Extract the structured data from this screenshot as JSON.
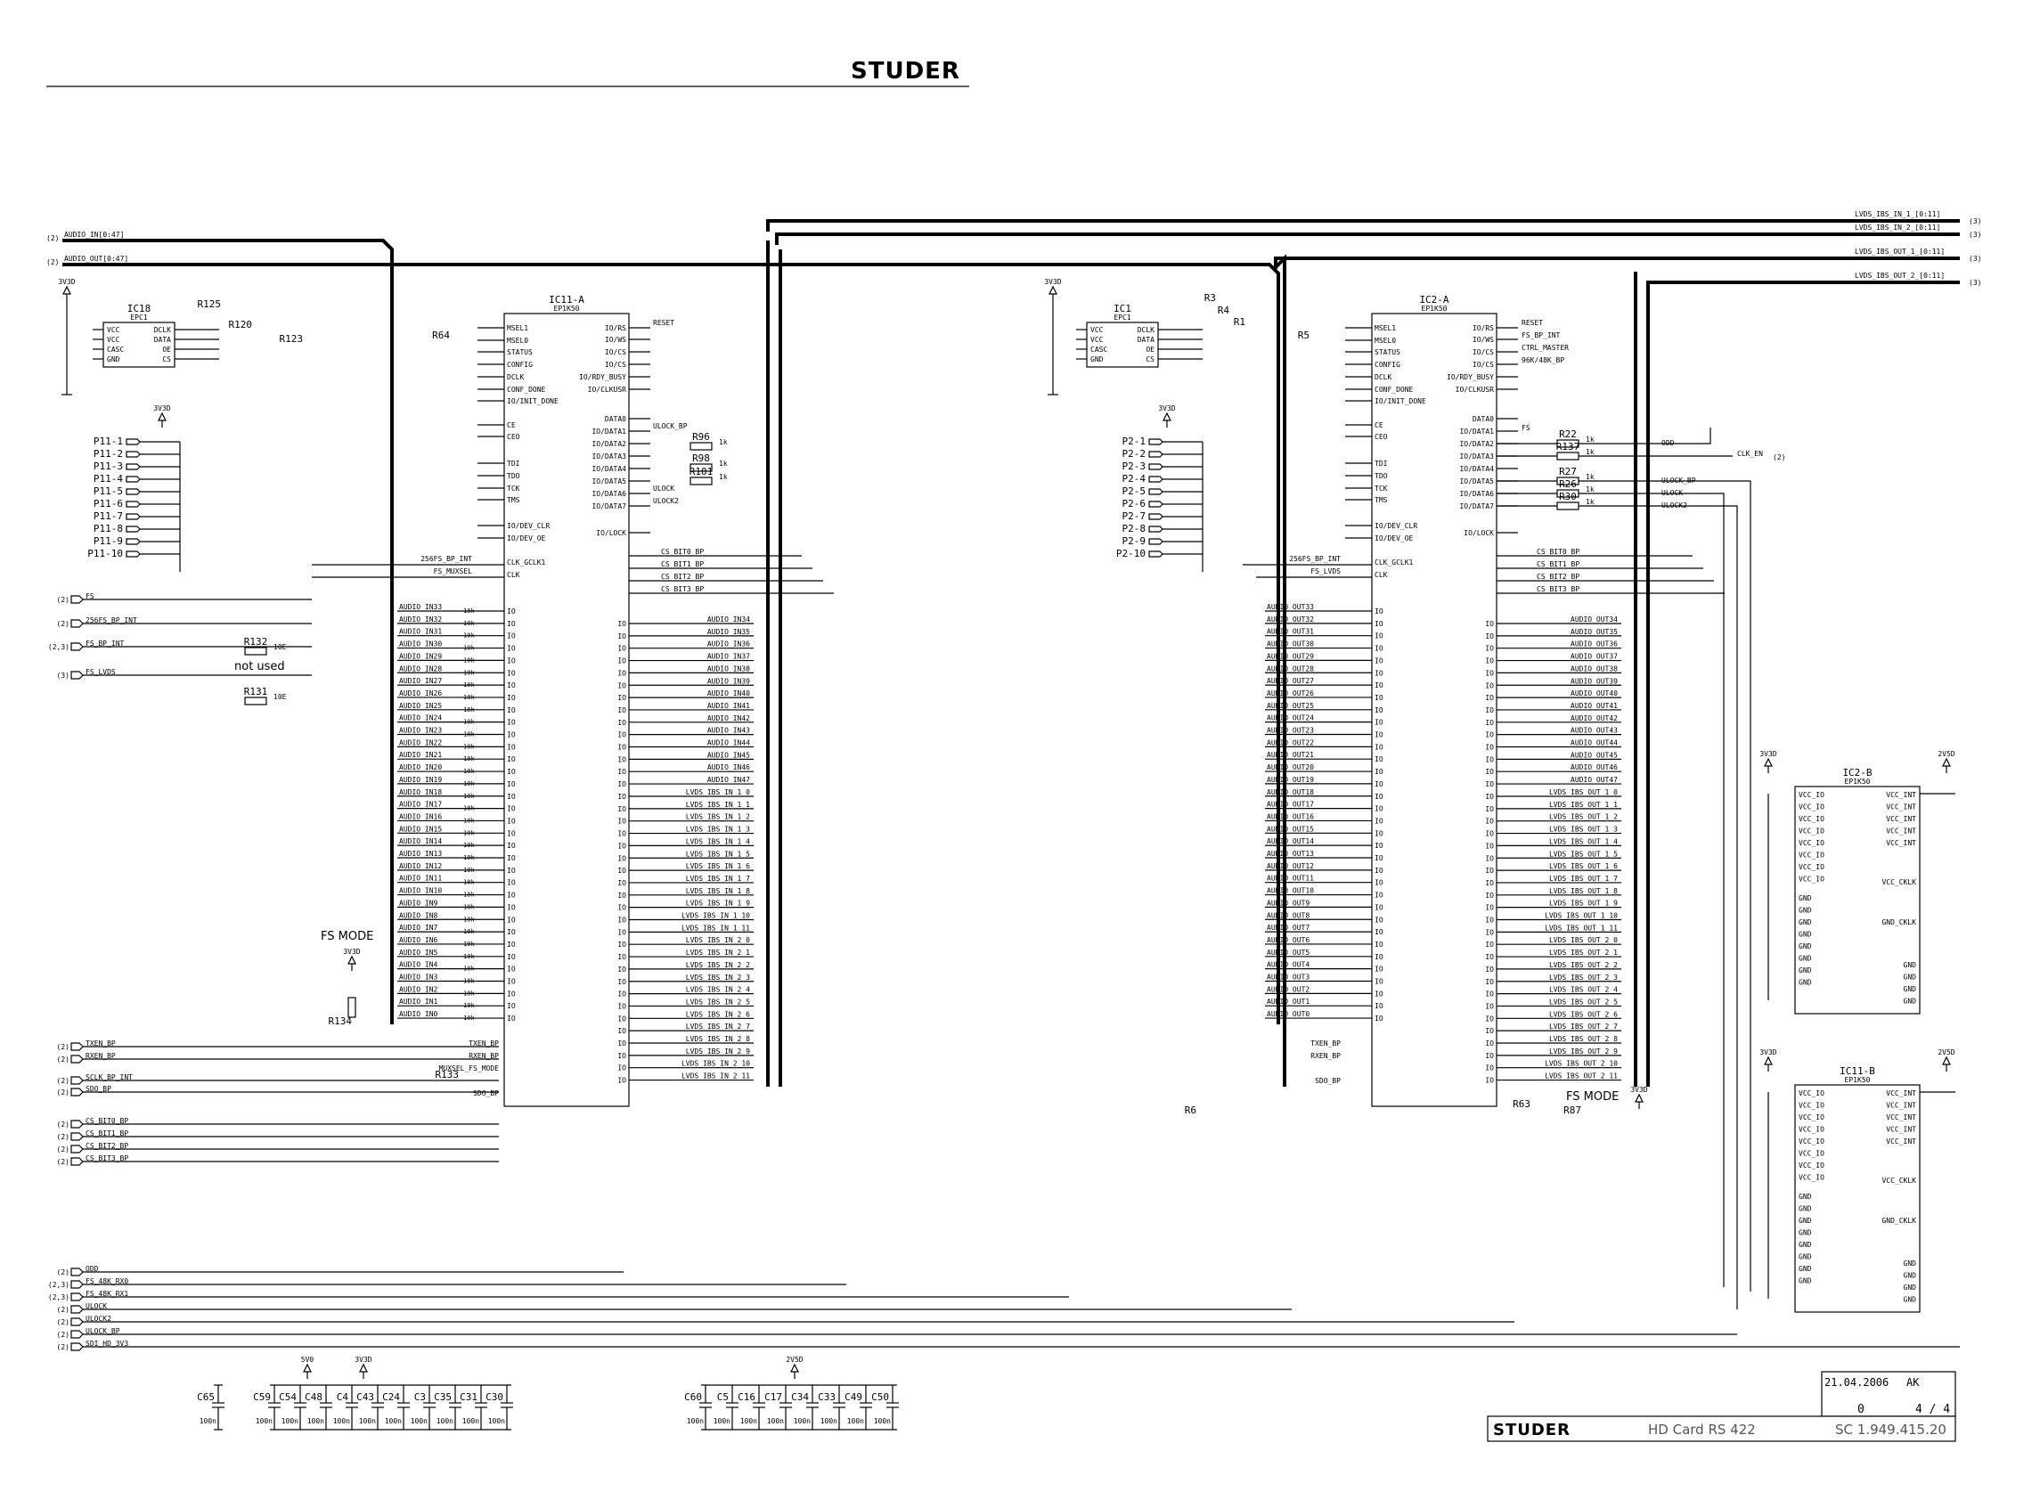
{
  "header": {
    "brand": "STUDER"
  },
  "left_bus": {
    "sheet_ref": "(2)",
    "signals": [
      "AUDIO_IN[0:47]",
      "AUDIO_OUT[0:47]"
    ]
  },
  "right_bus": {
    "sheet_ref": "(3)",
    "signals": [
      "LVDS_IBS_IN_1_[0:11]",
      "LVDS_IBS_IN_2_[0:11]",
      "LVDS_IBS_OUT_1_[0:11]",
      "LVDS_IBS_OUT_2_[0:11]"
    ]
  },
  "ic_epc_left": {
    "ref": "IC18",
    "part": "EPC1",
    "pins_left": [
      "VCC",
      "VCC",
      "CASC",
      "GND"
    ],
    "pins_right": [
      "DCLK",
      "DATA",
      "OE",
      "CS"
    ]
  },
  "ic_epc_right": {
    "ref": "IC1",
    "part": "EPC1",
    "pins_left": [
      "VCC",
      "VCC",
      "CASC",
      "GND"
    ],
    "pins_right": [
      "DCLK",
      "DATA",
      "OE",
      "CS"
    ]
  },
  "ic11a": {
    "ref": "IC11-A",
    "part": "EP1K50",
    "cfg_pins": [
      "MSEL1",
      "MSEL0",
      "STATUS",
      "CONFIG",
      "DCLK",
      "CONF_DONE",
      "IO/INIT_DONE",
      "CE",
      "CEO",
      "TDI",
      "TDO",
      "TCK",
      "TMS",
      "IO/DEV_CLR",
      "IO/DEV_OE",
      "CLK_GCLK1",
      "CLK"
    ],
    "right_pins": [
      "IO/RS",
      "IO/WS",
      "IO/CS",
      "IO/CS",
      "IO/RDY_BUSY",
      "IO/CLKUSR",
      "DATA0",
      "IO/DATA1",
      "IO/DATA2",
      "IO/DATA3",
      "IO/DATA4",
      "IO/DATA5",
      "IO/DATA6",
      "IO/DATA7",
      "IO/LOCK"
    ],
    "right_nets": [
      "RESET",
      "ULOCK_BP",
      "ULOCK",
      "ULOCK2"
    ],
    "clk_nets": [
      "256FS_BP_INT",
      "FS_MUXSEL"
    ],
    "audio_in_left": [
      "AUDIO_IN33",
      "AUDIO_IN32",
      "AUDIO_IN31",
      "AUDIO_IN30",
      "AUDIO_IN29",
      "AUDIO_IN28",
      "AUDIO_IN27",
      "AUDIO_IN26",
      "AUDIO_IN25",
      "AUDIO_IN24",
      "AUDIO_IN23",
      "AUDIO_IN22",
      "AUDIO_IN21",
      "AUDIO_IN20",
      "AUDIO_IN19",
      "AUDIO_IN18",
      "AUDIO_IN17",
      "AUDIO_IN16",
      "AUDIO_IN15",
      "AUDIO_IN14",
      "AUDIO_IN13",
      "AUDIO_IN12",
      "AUDIO_IN11",
      "AUDIO_IN10",
      "AUDIO_IN9",
      "AUDIO_IN8",
      "AUDIO_IN7",
      "AUDIO_IN6",
      "AUDIO_IN5",
      "AUDIO_IN4",
      "AUDIO_IN3",
      "AUDIO_IN2",
      "AUDIO_IN1",
      "AUDIO_IN0"
    ],
    "audio_in_right": [
      "AUDIO_IN34",
      "AUDIO_IN35",
      "AUDIO_IN36",
      "AUDIO_IN37",
      "AUDIO_IN38",
      "AUDIO_IN39",
      "AUDIO_IN40",
      "AUDIO_IN41",
      "AUDIO_IN42",
      "AUDIO_IN43",
      "AUDIO_IN44",
      "AUDIO_IN45",
      "AUDIO_IN46",
      "AUDIO_IN47"
    ],
    "lvds": [
      "LVDS_IBS_IN_1_0",
      "LVDS_IBS_IN_1_1",
      "LVDS_IBS_IN_1_2",
      "LVDS_IBS_IN_1_3",
      "LVDS_IBS_IN_1_4",
      "LVDS_IBS_IN_1_5",
      "LVDS_IBS_IN_1_6",
      "LVDS_IBS_IN_1_7",
      "LVDS_IBS_IN_1_8",
      "LVDS_IBS_IN_1_9",
      "LVDS_IBS_IN_1_10",
      "LVDS_IBS_IN_1_11",
      "LVDS_IBS_IN_2_0",
      "LVDS_IBS_IN_2_1",
      "LVDS_IBS_IN_2_2",
      "LVDS_IBS_IN_2_3",
      "LVDS_IBS_IN_2_4",
      "LVDS_IBS_IN_2_5",
      "LVDS_IBS_IN_2_6",
      "LVDS_IBS_IN_2_7",
      "LVDS_IBS_IN_2_8",
      "LVDS_IBS_IN_2_9",
      "LVDS_IBS_IN_2_10",
      "LVDS_IBS_IN_2_11"
    ],
    "cs_nets": [
      "CS_BIT0_BP",
      "CS_BIT1_BP",
      "CS_BIT2_BP",
      "CS_BIT3_BP"
    ],
    "bottom_nets": [
      "TXEN_BP",
      "RXEN_BP",
      "MUXSEL_FS_MODE",
      "SDO_BP"
    ]
  },
  "ic2a": {
    "ref": "IC2-A",
    "part": "EP1K50",
    "right_nets": [
      "RESET",
      "FS_BP_INT",
      "CTRL_MASTER",
      "96K/48K_BP",
      "FS"
    ],
    "clk_nets": [
      "256FS_BP_INT",
      "FS_LVDS"
    ],
    "audio_out_left": [
      "AUDIO_OUT33",
      "AUDIO_OUT32",
      "AUDIO_OUT31",
      "AUDIO_OUT30",
      "AUDIO_OUT29",
      "AUDIO_OUT28",
      "AUDIO_OUT27",
      "AUDIO_OUT26",
      "AUDIO_OUT25",
      "AUDIO_OUT24",
      "AUDIO_OUT23",
      "AUDIO_OUT22",
      "AUDIO_OUT21",
      "AUDIO_OUT20",
      "AUDIO_OUT19",
      "AUDIO_OUT18",
      "AUDIO_OUT17",
      "AUDIO_OUT16",
      "AUDIO_OUT15",
      "AUDIO_OUT14",
      "AUDIO_OUT13",
      "AUDIO_OUT12",
      "AUDIO_OUT11",
      "AUDIO_OUT10",
      "AUDIO_OUT9",
      "AUDIO_OUT8",
      "AUDIO_OUT7",
      "AUDIO_OUT6",
      "AUDIO_OUT5",
      "AUDIO_OUT4",
      "AUDIO_OUT3",
      "AUDIO_OUT2",
      "AUDIO_OUT1",
      "AUDIO_OUT0"
    ],
    "audio_out_right": [
      "AUDIO_OUT34",
      "AUDIO_OUT35",
      "AUDIO_OUT36",
      "AUDIO_OUT37",
      "AUDIO_OUT38",
      "AUDIO_OUT39",
      "AUDIO_OUT40",
      "AUDIO_OUT41",
      "AUDIO_OUT42",
      "AUDIO_OUT43",
      "AUDIO_OUT44",
      "AUDIO_OUT45",
      "AUDIO_OUT46",
      "AUDIO_OUT47"
    ],
    "lvds": [
      "LVDS_IBS_OUT_1_0",
      "LVDS_IBS_OUT_1_1",
      "LVDS_IBS_OUT_1_2",
      "LVDS_IBS_OUT_1_3",
      "LVDS_IBS_OUT_1_4",
      "LVDS_IBS_OUT_1_5",
      "LVDS_IBS_OUT_1_6",
      "LVDS_IBS_OUT_1_7",
      "LVDS_IBS_OUT_1_8",
      "LVDS_IBS_OUT_1_9",
      "LVDS_IBS_OUT_1_10",
      "LVDS_IBS_OUT_1_11",
      "LVDS_IBS_OUT_2_0",
      "LVDS_IBS_OUT_2_1",
      "LVDS_IBS_OUT_2_2",
      "LVDS_IBS_OUT_2_3",
      "LVDS_IBS_OUT_2_4",
      "LVDS_IBS_OUT_2_5",
      "LVDS_IBS_OUT_2_6",
      "LVDS_IBS_OUT_2_7",
      "LVDS_IBS_OUT_2_8",
      "LVDS_IBS_OUT_2_9",
      "LVDS_IBS_OUT_2_10",
      "LVDS_IBS_OUT_2_11"
    ],
    "right_lower_nets": [
      "ODD",
      "CLK_EN",
      "ULOCK_BP",
      "ULOCK",
      "ULOCK2"
    ]
  },
  "connector_left": {
    "prefix": "P11",
    "pins": [
      "P11-1",
      "P11-2",
      "P11-3",
      "P11-4",
      "P11-5",
      "P11-6",
      "P11-7",
      "P11-8",
      "P11-9",
      "P11-10"
    ]
  },
  "connector_right": {
    "prefix": "P2",
    "pins": [
      "P2-1",
      "P2-2",
      "P2-3",
      "P2-4",
      "P2-5",
      "P2-6",
      "P2-7",
      "P2-8",
      "P2-9",
      "P2-10"
    ]
  },
  "left_ports": {
    "top": [
      {
        "ref": "(2)",
        "name": "FS"
      },
      {
        "ref": "(2)",
        "name": "256FS_BP_INT"
      },
      {
        "ref": "(2,3)",
        "name": "FS_BP_INT"
      },
      {
        "ref": "(3)",
        "name": "FS_LVDS"
      }
    ],
    "mid": [
      {
        "ref": "(2)",
        "name": "TXEN_BP"
      },
      {
        "ref": "(2)",
        "name": "RXEN_BP"
      },
      {
        "ref": "(2)",
        "name": "SCLK_BP_INT"
      },
      {
        "ref": "(2)",
        "name": "SDO_BP"
      },
      {
        "ref": "(2)",
        "name": "CS_BIT0_BP"
      },
      {
        "ref": "(2)",
        "name": "CS_BIT1_BP"
      },
      {
        "ref": "(2)",
        "name": "CS_BIT2_BP"
      },
      {
        "ref": "(2)",
        "name": "CS_BIT3_BP"
      }
    ],
    "bottom": [
      {
        "ref": "(2)",
        "name": "ODD"
      },
      {
        "ref": "(2,3)",
        "name": "FS_48K_RX0"
      },
      {
        "ref": "(2,3)",
        "name": "FS_48K_RX1"
      },
      {
        "ref": "(2)",
        "name": "ULOCK"
      },
      {
        "ref": "(2)",
        "name": "ULOCK2"
      },
      {
        "ref": "(2)",
        "name": "ULOCK_BP"
      },
      {
        "ref": "(2)",
        "name": "SDI_HD_3V3"
      }
    ]
  },
  "notes": {
    "not_used": "not used",
    "fs_mode": "FS MODE"
  },
  "rails": {
    "v33": "3V3D",
    "v25": "2V5D",
    "v50": "5V0"
  },
  "resistors": {
    "r125": "R125",
    "r120": "R120",
    "r123": "R123",
    "r64": "R64",
    "r3": "R3",
    "r4": "R4",
    "r1": "R1",
    "r5": "R5",
    "r132": "R132",
    "r131": "R131",
    "r96": "R96",
    "r98": "R98",
    "r101": "R101",
    "r22": "R22",
    "r137": "R137",
    "r27": "R27",
    "r26": "R26",
    "r30": "R30",
    "r134": "R134",
    "r133": "R133",
    "r6": "R6",
    "r63": "R63",
    "r87": "R87",
    "v1k": "1k",
    "v10k": "10k",
    "v10e": "10E",
    "v10": "10"
  },
  "power_blocks": [
    {
      "ref": "IC2-B",
      "part": "EP1K50"
    },
    {
      "ref": "IC11-B",
      "part": "EP1K50"
    }
  ],
  "power_pins": {
    "vccio": "VCC_IO",
    "vccint": "VCC_INT",
    "vccckl": "VCC_CKLK",
    "gnd": "GND",
    "gndckl": "GND_CKLK"
  },
  "caps_5v": {
    "refs": [
      "C65"
    ],
    "value": "100n"
  },
  "caps_3v3": {
    "refs": [
      "C59",
      "C54",
      "C48",
      "C4",
      "C43",
      "C24",
      "C3",
      "C35",
      "C31",
      "C30"
    ],
    "value": "100n"
  },
  "caps_2v5": {
    "refs": [
      "C60",
      "C5",
      "C16",
      "C17",
      "C34",
      "C33",
      "C49",
      "C50"
    ],
    "value": "100n"
  },
  "title_block": {
    "date": "21.04.2006",
    "author": "AK",
    "index": "0",
    "page": "4 / 4",
    "brand": "STUDER",
    "title": "HD Card RS 422",
    "doc": "SC 1.949.415.20"
  }
}
